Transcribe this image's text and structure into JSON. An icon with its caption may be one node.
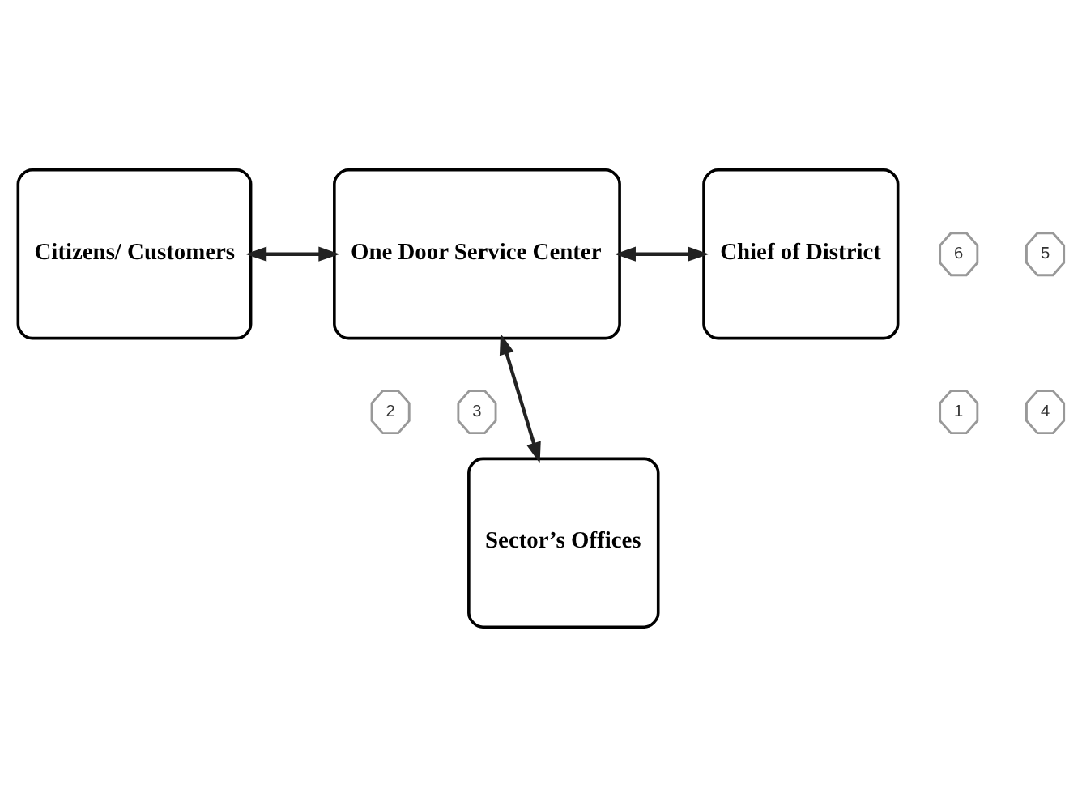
{
  "diagram": {
    "nodes": [
      {
        "text": [
          "Citizens/ Customers"
        ]
      },
      {
        "text": [
          "6"
        ]
      },
      {
        "text": [
          "One Door Service Center"
        ]
      },
      {
        "text": [
          "5"
        ]
      },
      {
        "text": [
          "Chief of District"
        ]
      },
      {
        "text": [
          "1"
        ]
      },
      {
        "text": [
          "4"
        ]
      },
      {
        "text": [
          "2"
        ]
      },
      {
        "text": [
          "3"
        ]
      },
      {
        "text": [
          "Sector’s Offices"
        ]
      }
    ],
    "edges": [
      {
        "from": 0,
        "to": 2,
        "arrow": "both"
      },
      {
        "from": 2,
        "to": 4,
        "arrow": "both"
      },
      {
        "from": 2,
        "to": 9,
        "arrow": "both"
      }
    ]
  }
}
